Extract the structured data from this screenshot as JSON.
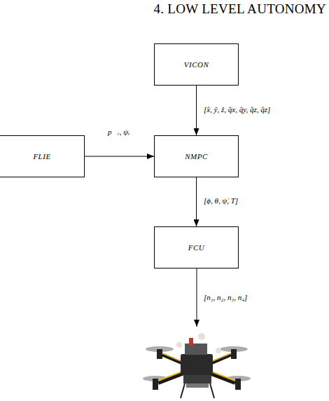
{
  "diagram": {
    "title": "4. LOW LEVEL AUTONOMY",
    "nodes": [
      {
        "text": [
          "VICON"
        ]
      },
      {
        "text": [
          "FLIE"
        ]
      },
      {
        "text": [
          "NMPC"
        ]
      },
      {
        "text": [
          "FCU"
        ]
      }
    ],
    "edges": [
      {
        "from": 0,
        "to": 2,
        "arrow": "to",
        "label": "[x̂, ŷ, ẑ, q̂x, q̂y, q̂z, q̂z]"
      },
      {
        "from": 1,
        "to": 2,
        "arrow": "to",
        "label": "p⃗ᵣ, ψᵣ"
      },
      {
        "from": 2,
        "to": 3,
        "arrow": "to",
        "label": "[ϕ, θ, ψ̇, T]"
      }
    ],
    "labels": [
      "[n₁, n₂, n₃, n₄]"
    ]
  }
}
